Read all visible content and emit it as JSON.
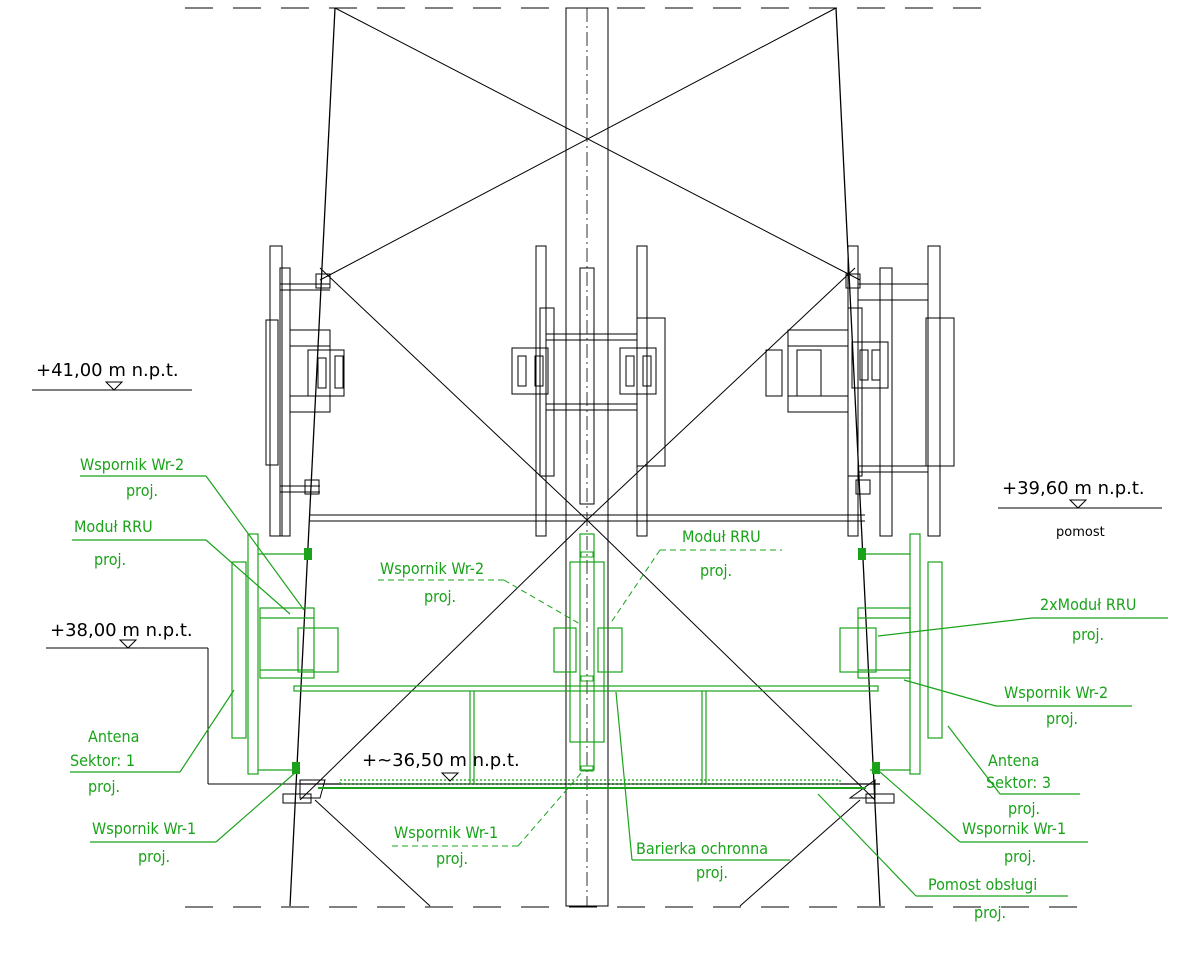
{
  "colors": {
    "proposed": "#1aa31a",
    "existing": "#000000"
  },
  "levels": {
    "l41": "+41,00 m n.p.t.",
    "l3960": "+39,60 m n.p.t.",
    "l3960_sub": "pomost",
    "l38": "+38,00 m n.p.t.",
    "l3650": "+~36,50 m n.p.t."
  },
  "labels": {
    "wr2_left": "Wspornik Wr-2",
    "wr2_left_proj": "proj.",
    "rru_left": "Moduł RRU",
    "rru_left_proj": "proj.",
    "wr2_mid": "Wspornik Wr-2",
    "wr2_mid_proj": "proj.",
    "rru_mid": "Moduł RRU",
    "rru_mid_proj": "proj.",
    "rru2_right": "2xModuł RRU",
    "rru2_right_proj": "proj.",
    "wr2_right": "Wspornik Wr-2",
    "wr2_right_proj": "proj.",
    "ant1_a": "Antena",
    "ant1_b": "Sektor: 1",
    "ant1_proj": "proj.",
    "ant3_a": "Antena",
    "ant3_b": "Sektor: 3",
    "ant3_proj": "proj.",
    "wr1_left": "Wspornik Wr-1",
    "wr1_left_proj": "proj.",
    "wr1_mid": "Wspornik Wr-1",
    "wr1_mid_proj": "proj.",
    "wr1_right": "Wspornik Wr-1",
    "wr1_right_proj": "proj.",
    "barierka": "Barierka ochronna",
    "barierka_proj": "proj.",
    "pomost": "Pomost obsługi",
    "pomost_proj": "proj."
  }
}
